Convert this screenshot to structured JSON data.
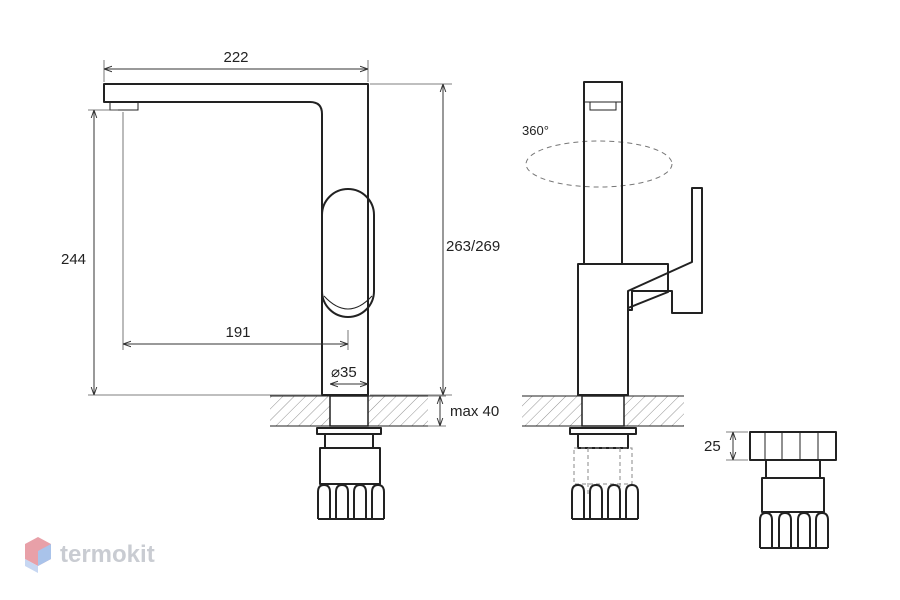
{
  "dimensions": {
    "spout_reach": "222",
    "total_height": "244",
    "body_height": "263/269",
    "outlet_distance": "191",
    "base_diameter": "⌀35",
    "max_counter": "max 40",
    "nut_height": "25",
    "rotation": "360°"
  },
  "brand": {
    "name": "termokit",
    "colors": [
      "#e8a0a8",
      "#a9c3ea",
      "#c9ccd2"
    ]
  }
}
